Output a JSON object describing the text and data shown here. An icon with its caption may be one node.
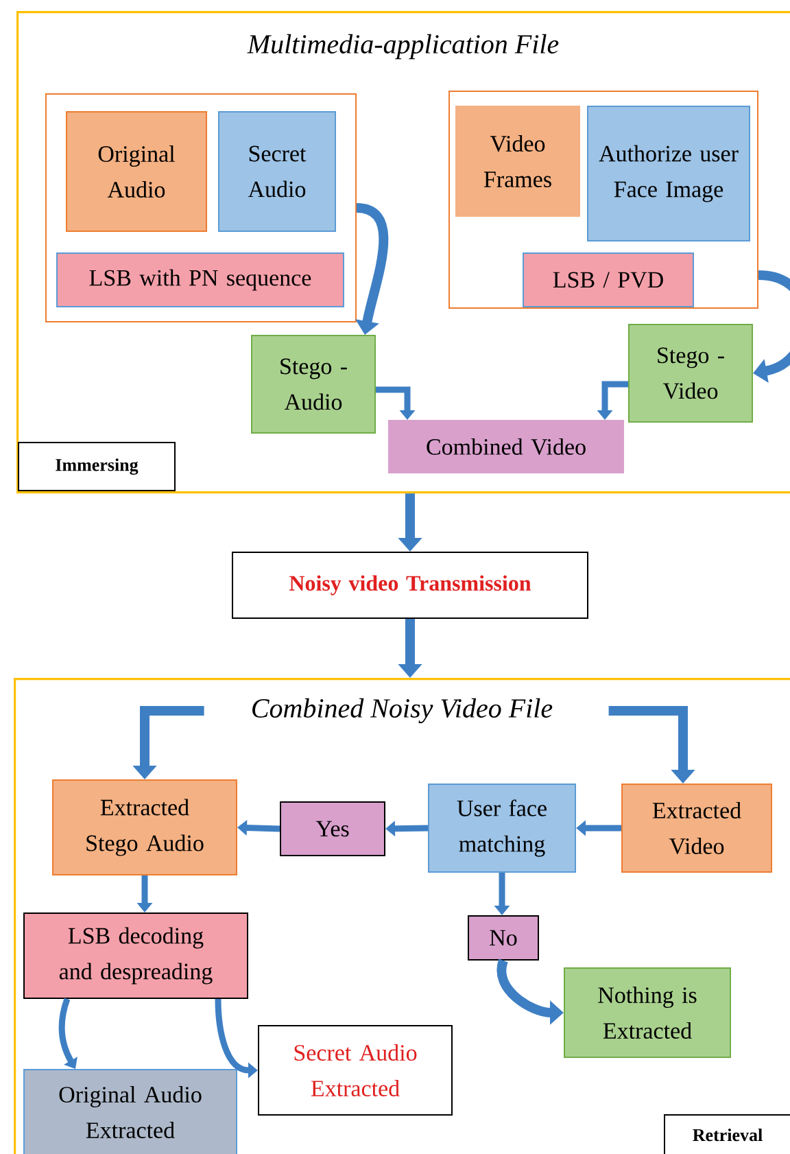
{
  "diagram": {
    "nodes": [
      {
        "text": [
          "Multimedia-application File"
        ]
      },
      {
        "text": [
          "Immersing"
        ],
        "in": 0
      },
      {
        "text": [],
        "shape": "box",
        "in": 0
      },
      {
        "text": [
          "Original Audio"
        ],
        "in": 2
      },
      {
        "text": [
          "Secret Audio"
        ],
        "in": 2
      },
      {
        "text": [
          "LSB with PN sequence"
        ],
        "in": 2
      },
      {
        "text": [],
        "shape": "box",
        "in": 0
      },
      {
        "text": [
          "Video Frames"
        ],
        "in": 6
      },
      {
        "text": [
          "Authorize user Face Image"
        ],
        "in": 6
      },
      {
        "text": [
          "LSB / PVD"
        ],
        "in": 6
      },
      {
        "text": [
          "Stego - Audio"
        ],
        "in": 0
      },
      {
        "text": [
          "Stego - Video"
        ],
        "in": 0
      },
      {
        "text": [
          "Combined Video"
        ],
        "in": 0
      },
      {
        "text": [
          "Noisy video Transmission"
        ]
      },
      {
        "text": [
          "Combined Noisy Video File"
        ]
      },
      {
        "text": [
          "Extracted Stego Audio"
        ],
        "in": 14
      },
      {
        "text": [
          "Yes"
        ],
        "in": 14
      },
      {
        "text": [
          "User face matching"
        ],
        "in": 14
      },
      {
        "text": [
          "Extracted Video"
        ],
        "in": 14
      },
      {
        "text": [
          "LSB decoding and despreading"
        ],
        "in": 14
      },
      {
        "text": [
          "No"
        ],
        "in": 14
      },
      {
        "text": [
          "Nothing is Extracted"
        ],
        "in": 14
      },
      {
        "text": [
          "Secret Audio Extracted"
        ],
        "in": 14
      },
      {
        "text": [
          "Original Audio Extracted"
        ],
        "in": 14
      },
      {
        "text": [
          "Retrieval"
        ],
        "in": 14
      }
    ],
    "edges": [
      {
        "from": 2,
        "to": 10,
        "arrow": "to"
      },
      {
        "from": 6,
        "to": 11,
        "arrow": "to"
      },
      {
        "from": 10,
        "to": 12,
        "arrow": "to"
      },
      {
        "from": 11,
        "to": 12,
        "arrow": "to"
      },
      {
        "from": 0,
        "to": 13,
        "arrow": "to"
      },
      {
        "from": 13,
        "to": 14,
        "arrow": "to"
      },
      {
        "from": 14,
        "to": 15,
        "arrow": "to"
      },
      {
        "from": 14,
        "to": 18,
        "arrow": "to"
      },
      {
        "from": 18,
        "to": 17,
        "arrow": "to"
      },
      {
        "from": 17,
        "to": 16,
        "arrow": "to"
      },
      {
        "from": 16,
        "to": 15,
        "arrow": "to"
      },
      {
        "from": 15,
        "to": 19,
        "arrow": "to"
      },
      {
        "from": 17,
        "to": 20,
        "arrow": "to"
      },
      {
        "from": 20,
        "to": 21,
        "arrow": "to"
      },
      {
        "from": 19,
        "to": 23,
        "arrow": "to"
      },
      {
        "from": 19,
        "to": 22,
        "arrow": "to"
      }
    ]
  }
}
